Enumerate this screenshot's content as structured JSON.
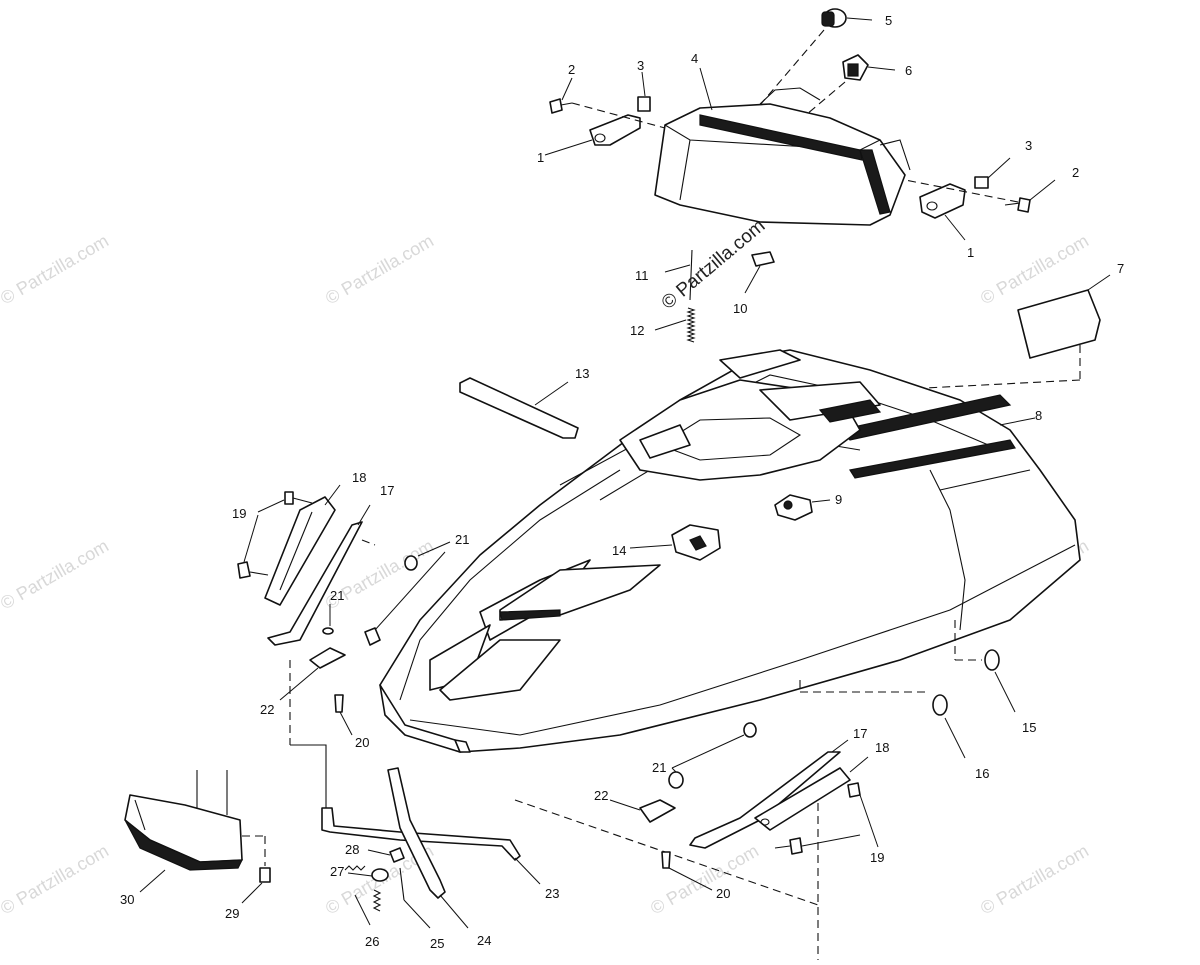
{
  "watermark": {
    "text": "© Partzilla.com",
    "center_text": "© Partzilla.com"
  },
  "callouts": {
    "c1a": "1",
    "c1b": "1",
    "c2a": "2",
    "c2b": "2",
    "c3a": "3",
    "c3b": "3",
    "c4": "4",
    "c5": "5",
    "c6": "6",
    "c7": "7",
    "c8": "8",
    "c9": "9",
    "c10": "10",
    "c11": "11",
    "c12": "12",
    "c13": "13",
    "c14": "14",
    "c15": "15",
    "c16": "16",
    "c17a": "17",
    "c17b": "17",
    "c18a": "18",
    "c18b": "18",
    "c19a": "19",
    "c19b": "19",
    "c20a": "20",
    "c20b": "20",
    "c21a": "21",
    "c21b": "21",
    "c21c": "21",
    "c22a": "22",
    "c22b": "22",
    "c23": "23",
    "c24": "24",
    "c25": "25",
    "c26": "26",
    "c27": "27",
    "c28": "28",
    "c29": "29",
    "c30": "30"
  }
}
